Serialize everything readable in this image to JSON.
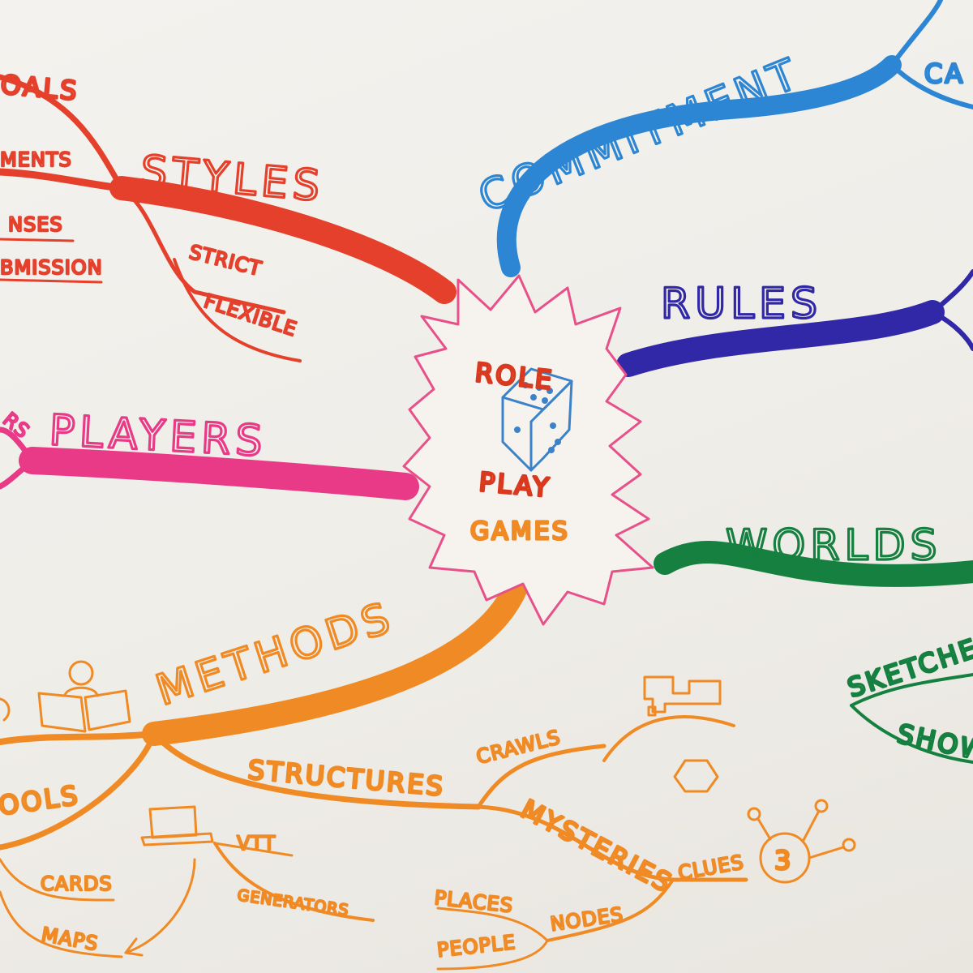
{
  "center": {
    "line1": "ROLE",
    "line2": "PLAY",
    "line3": "GAMES",
    "icon": "dice-icon"
  },
  "colors": {
    "center_star": "#e8508a",
    "styles": "#e5402b",
    "players": "#e83a86",
    "methods": "#f08a24",
    "commitment": "#2d86d3",
    "rules": "#3128a8",
    "worlds": "#15803f",
    "dice": "#3b82c8"
  },
  "branches": {
    "styles": {
      "label": "STYLES",
      "sub": {
        "top": "OALS",
        "ments": "MENTS",
        "nses": "NSES",
        "mission": "BMISSION",
        "strict": "STRICT",
        "flexible": "FLEXIBLE"
      }
    },
    "players": {
      "label": "PLAYERS",
      "fragment": "RS"
    },
    "commitment": {
      "label": "COMMITMENT",
      "sub": {
        "ca": "CA"
      }
    },
    "rules": {
      "label": "RULES"
    },
    "worlds": {
      "label": "WORLDS",
      "sub": {
        "sketches": "SKETCHE",
        "show": "SHOW"
      }
    },
    "methods": {
      "label": "METHODS",
      "sub": {
        "tools": "OOLS",
        "cards": "CARDS",
        "maps": "MAPS",
        "vtt": "VTT",
        "generators": "GENERATORS",
        "structures": "STRUCTURES",
        "crawls": "CRAWLS",
        "mysteries": "MYSTERIES",
        "clues": "CLUES",
        "clues_count": "3",
        "places": "PLACES",
        "nodes": "NODES",
        "people": "PEOPLE"
      }
    }
  }
}
